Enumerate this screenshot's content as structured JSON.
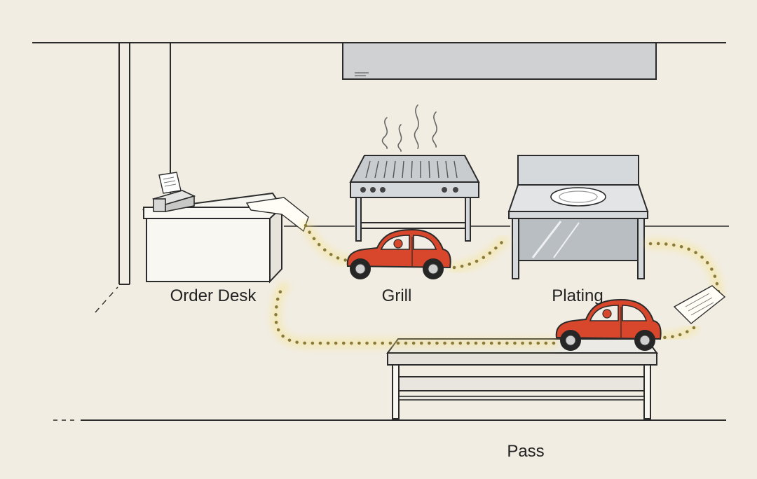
{
  "stations": {
    "order_desk": {
      "label": "Order Desk"
    },
    "grill": {
      "label": "Grill"
    },
    "plating": {
      "label": "Plating"
    },
    "pass": {
      "label": "Pass"
    }
  },
  "colors": {
    "background": "#f1ede2",
    "car": "#d8472c",
    "path_dots": "#8a7a3a",
    "path_glow": "#f7e38a"
  },
  "icons": [
    "ticket-printer-icon",
    "order-ticket-icon",
    "delivery-car-icon",
    "plate-icon",
    "steam-icon"
  ]
}
